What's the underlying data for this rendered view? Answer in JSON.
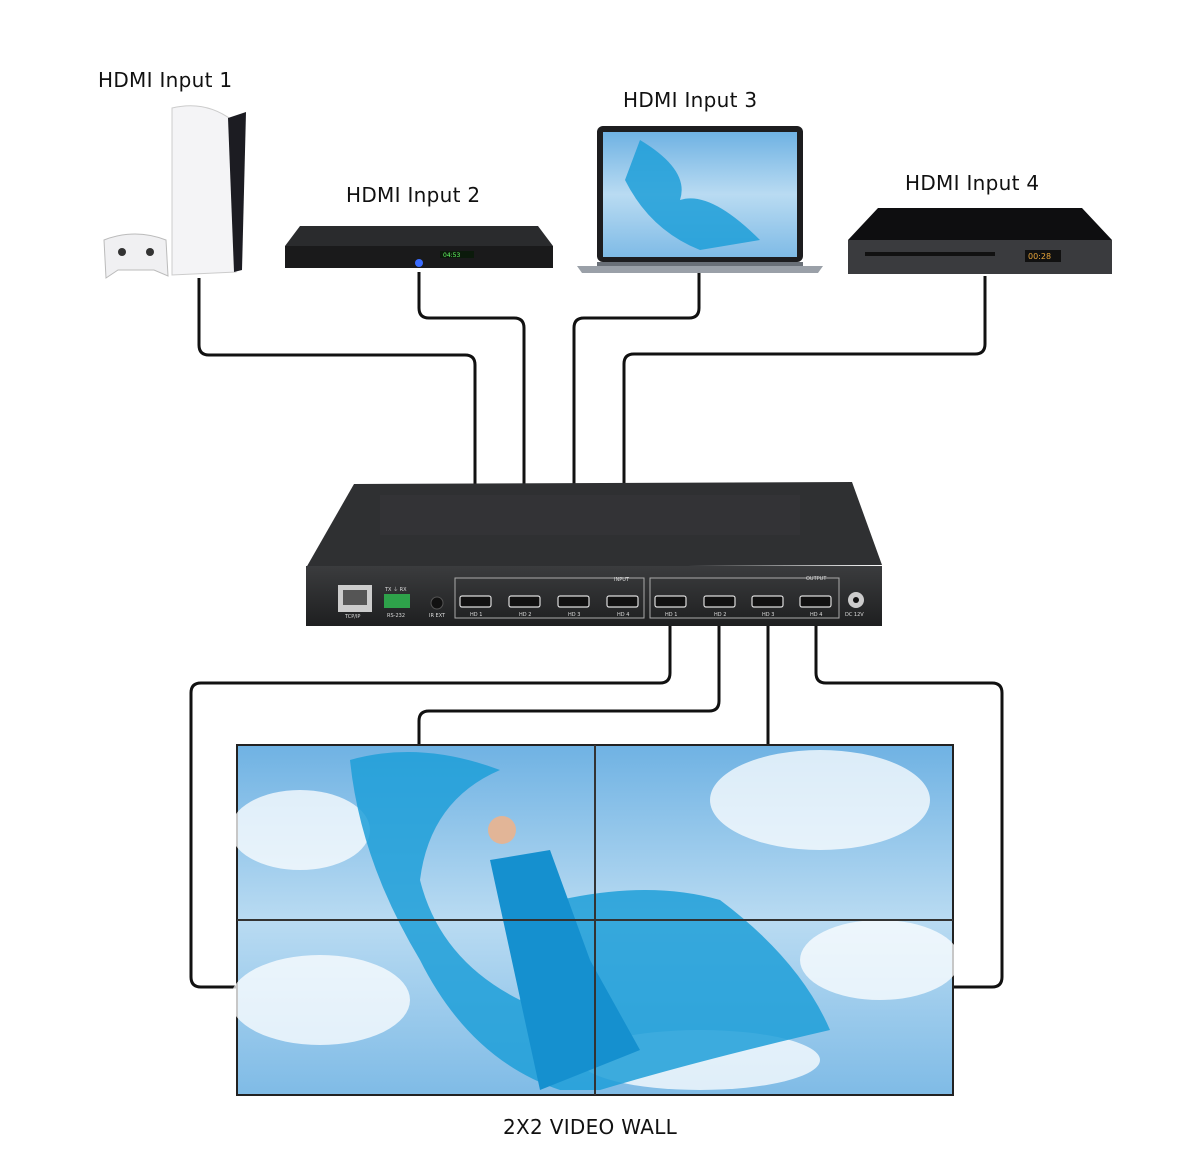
{
  "labels": {
    "input1": "HDMI Input 1",
    "input2": "HDMI Input 2",
    "input3": "HDMI Input 3",
    "input4": "HDMI Input 4",
    "wall": "2X2 VIDEO WALL"
  },
  "switcher": {
    "tcpip": "TCP/IP",
    "txrx": "TX ⏚ RX",
    "rs232": "RS-232",
    "irext": "IR EXT",
    "input_group": "INPUT",
    "output_group": "OUTPUT",
    "inputs": [
      "HD 1",
      "HD 2",
      "HD 3",
      "HD 4"
    ],
    "outputs": [
      "HD 1",
      "HD 2",
      "HD 3",
      "HD 4"
    ],
    "power": "DC 12V"
  },
  "colors": {
    "cable": "#111111",
    "device": "#2e2f31",
    "sky": "#8cc4ea",
    "dress": "#1e9fd8"
  }
}
